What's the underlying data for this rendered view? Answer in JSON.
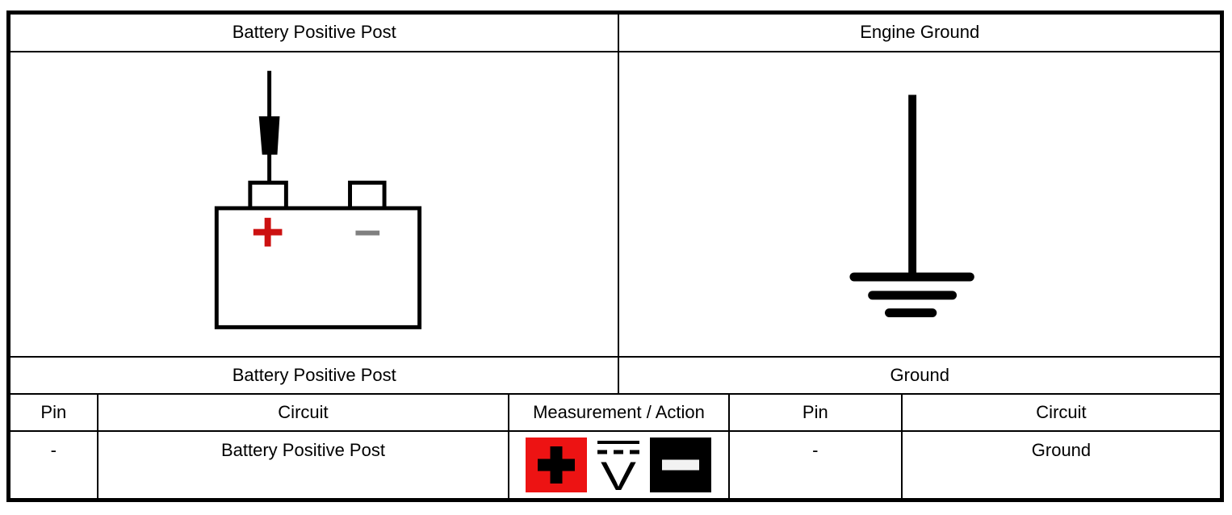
{
  "header": {
    "left_title": "Battery Positive Post",
    "right_title": "Engine Ground"
  },
  "subheader": {
    "left_label": "Battery Positive Post",
    "right_label": "Ground"
  },
  "diagrams": {
    "left": {
      "name": "battery-with-red-test-probe-on-positive-terminal",
      "plus_symbol": "+",
      "minus_symbol": "-",
      "plus_color": "#cc1111",
      "minus_color": "#808080"
    },
    "right": {
      "name": "engine-ground-chassis-symbol"
    }
  },
  "table": {
    "headers": {
      "pin": "Pin",
      "circuit": "Circuit",
      "measurement": "Measurement / Action"
    },
    "left_row": {
      "pin": "-",
      "circuit": "Battery Positive Post"
    },
    "right_row": {
      "pin": "-",
      "circuit": "Ground"
    },
    "measurement": {
      "positive_probe": {
        "symbol": "+",
        "color": "#ed1313"
      },
      "meter": {
        "symbol": "V",
        "type": "dc-voltage"
      },
      "negative_probe": {
        "symbol": "-",
        "color": "#000000"
      }
    }
  },
  "colors": {
    "border": "#000000",
    "background": "#ffffff",
    "text": "#000000"
  }
}
